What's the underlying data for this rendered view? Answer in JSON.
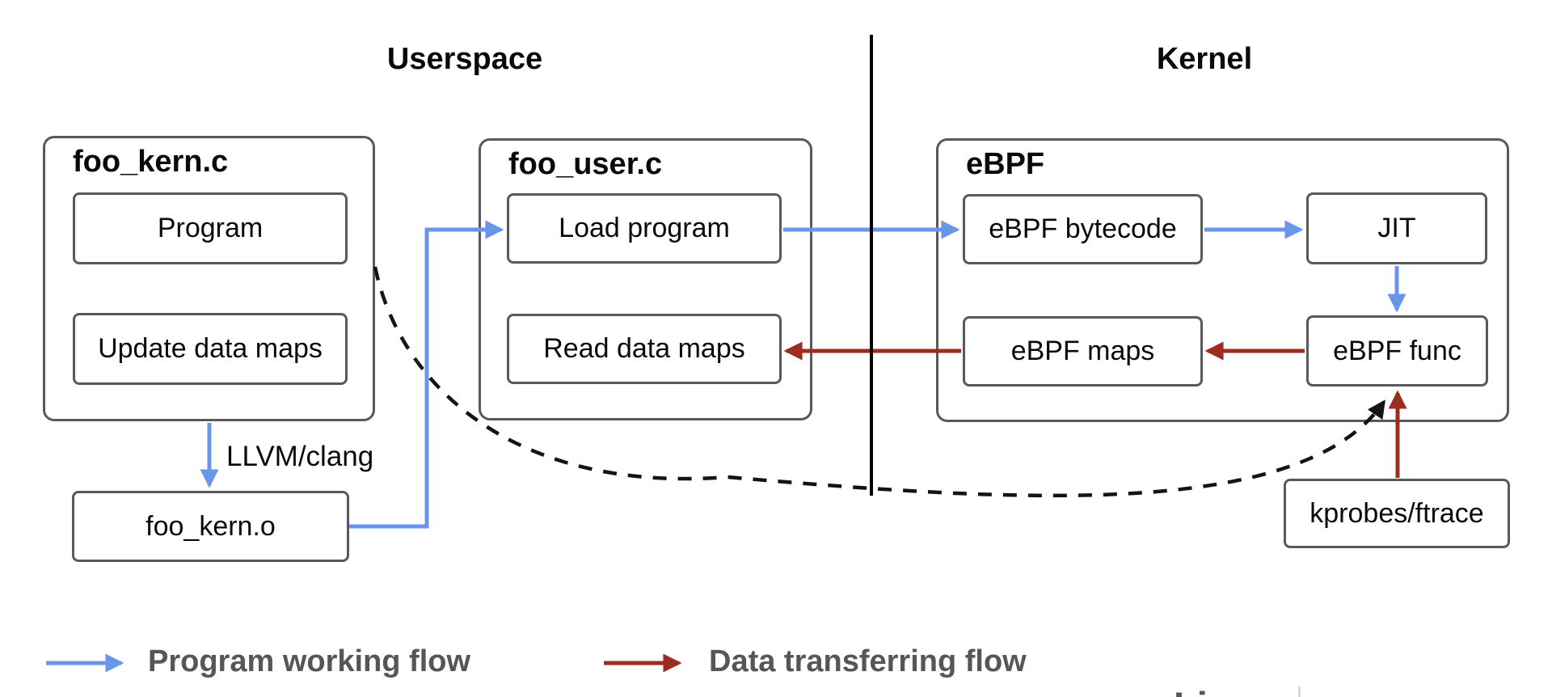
{
  "title_headers": {
    "userspace": "Userspace",
    "kernel": "Kernel"
  },
  "groups": {
    "foo_kern_c": {
      "title": "foo_kern.c"
    },
    "foo_user_c": {
      "title": "foo_user.c"
    },
    "ebpf": {
      "title": "eBPF"
    }
  },
  "nodes": {
    "program": {
      "label": "Program"
    },
    "update_data_maps": {
      "label": "Update data maps"
    },
    "load_program": {
      "label": "Load program"
    },
    "read_data_maps": {
      "label": "Read data maps"
    },
    "ebpf_bytecode": {
      "label": "eBPF bytecode"
    },
    "jit": {
      "label": "JIT"
    },
    "ebpf_maps": {
      "label": "eBPF maps"
    },
    "ebpf_func": {
      "label": "eBPF func"
    },
    "foo_kern_o": {
      "label": "foo_kern.o"
    },
    "kprobes_ftrace": {
      "label": "kprobes/ftrace"
    }
  },
  "annotations": {
    "compiler_label": "LLVM/clang",
    "watermark_fragment": "Li"
  },
  "legend": {
    "program_flow_label": "Program working flow",
    "data_flow_label": "Data transferring flow"
  },
  "colors": {
    "program_flow_arrow": "#6a96ea",
    "data_flow_arrow": "#9e2d21",
    "box_border": "#595959",
    "divider": "#000000",
    "legend_text": "#55565a"
  }
}
